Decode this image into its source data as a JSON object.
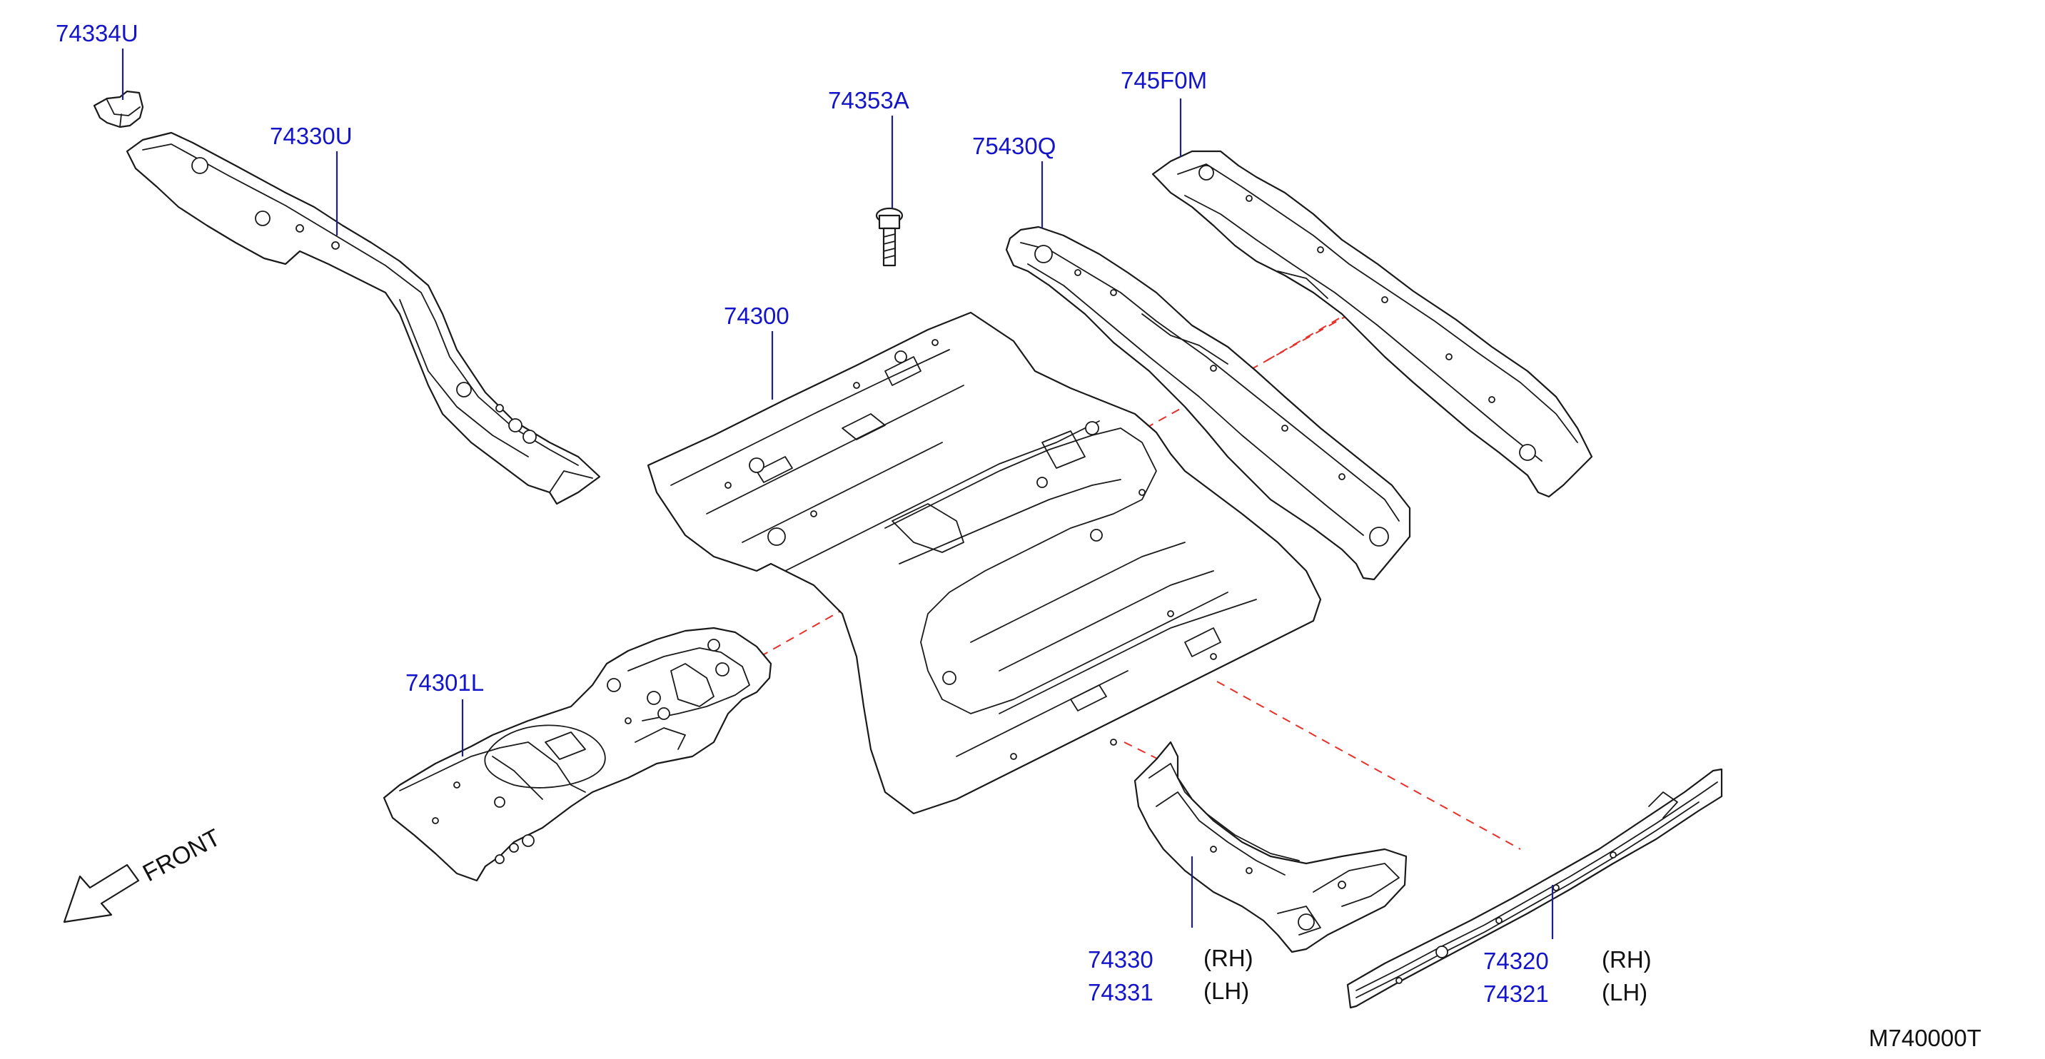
{
  "diagram": {
    "parts": [
      {
        "key": "p74334U",
        "number": "74334U"
      },
      {
        "key": "p74330U",
        "number": "74330U"
      },
      {
        "key": "p74353A",
        "number": "74353A"
      },
      {
        "key": "p75430Q",
        "number": "75430Q"
      },
      {
        "key": "p745F0M",
        "number": "745F0M"
      },
      {
        "key": "p74300",
        "number": "74300"
      },
      {
        "key": "p74301L",
        "number": "74301L"
      },
      {
        "key": "p74330",
        "number": "74330",
        "side": "(RH)"
      },
      {
        "key": "p74331",
        "number": "74331",
        "side": "(LH)"
      },
      {
        "key": "p74320",
        "number": "74320",
        "side": "(RH)"
      },
      {
        "key": "p74321",
        "number": "74321",
        "side": "(LH)"
      }
    ],
    "direction_label": "FRONT",
    "drawing_code": "M740000T",
    "colors": {
      "label": "#1414c8",
      "leader": "#1e1e8c",
      "dashed_guide": "#e8302a",
      "outline": "#1a1a1a"
    }
  }
}
